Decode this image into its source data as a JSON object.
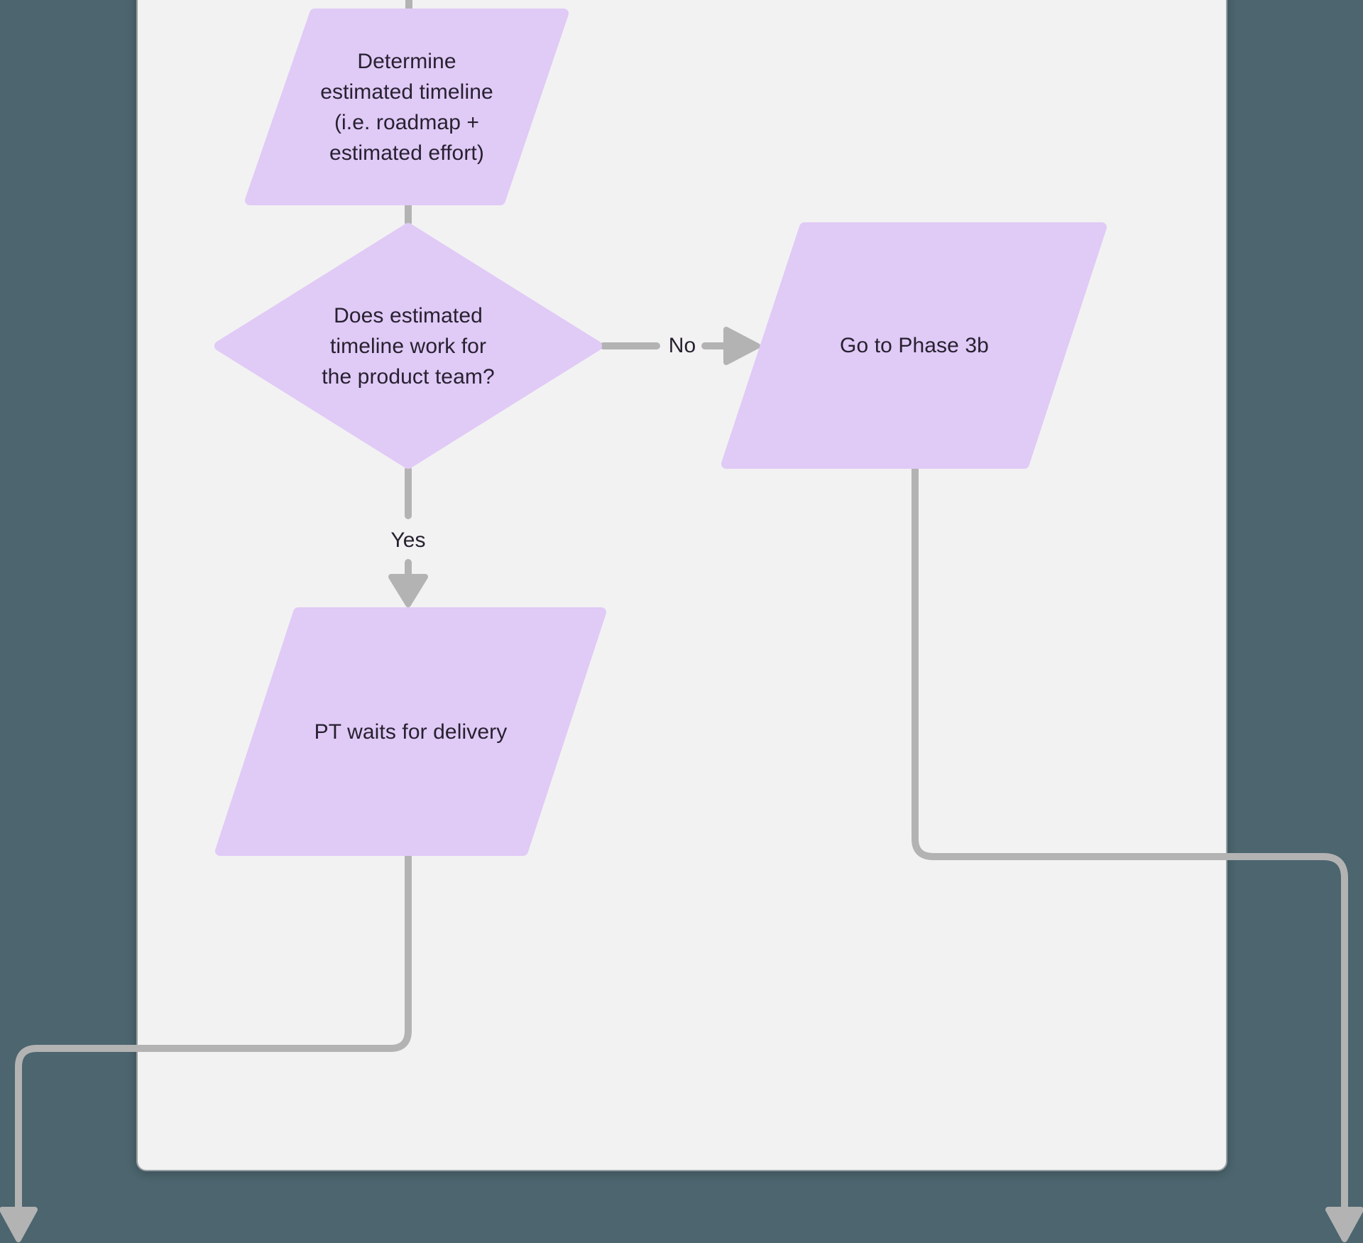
{
  "colors": {
    "outer_bg": "#4C656E",
    "canvas_bg": "#F2F2F2",
    "shape_fill": "#E0CAF6",
    "connector": "#B3B3B3",
    "text": "#272130"
  },
  "flowchart": {
    "nodes": {
      "determine_timeline": {
        "shape": "parallelogram",
        "label": "Determine\nestimated timeline\n(i.e. roadmap +\nestimated effort)"
      },
      "timeline_decision": {
        "shape": "diamond",
        "label": "Does estimated\ntimeline work for\nthe product team?"
      },
      "go_to_phase_3b": {
        "shape": "parallelogram",
        "label": "Go to Phase 3b"
      },
      "pt_waits_for_delivery": {
        "shape": "parallelogram",
        "label": "PT waits for delivery"
      }
    },
    "edge_labels": {
      "no": "No",
      "yes": "Yes"
    }
  }
}
